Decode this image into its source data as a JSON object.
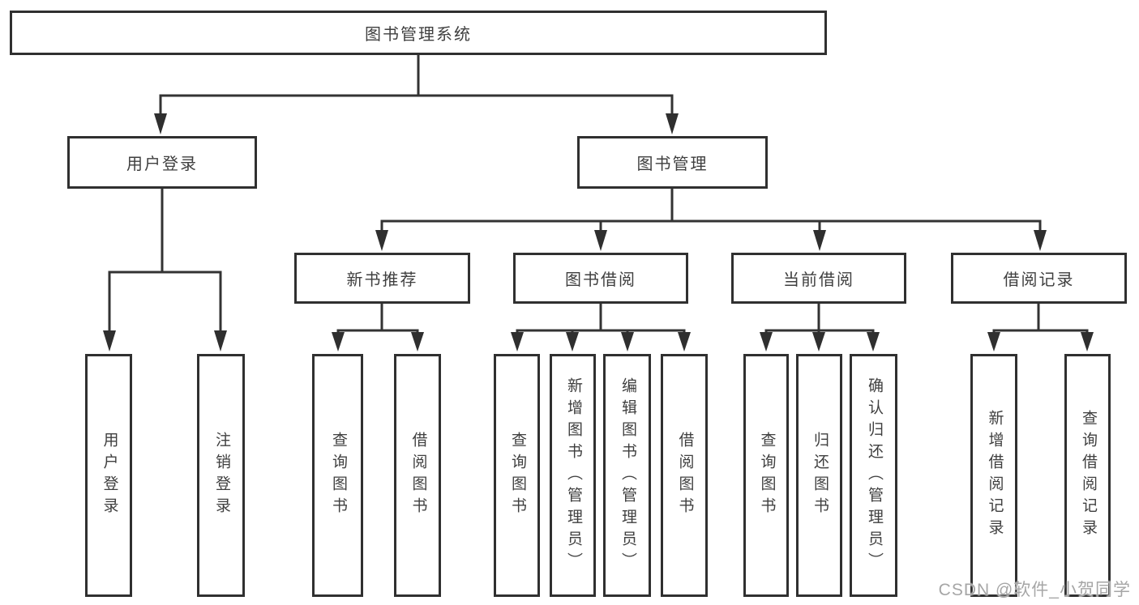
{
  "diagram": {
    "root": {
      "label": "图书管理系统"
    },
    "level2": [
      {
        "label": "用户登录"
      },
      {
        "label": "图书管理"
      }
    ],
    "level3": [
      {
        "label": "新书推荐"
      },
      {
        "label": "图书借阅"
      },
      {
        "label": "当前借阅"
      },
      {
        "label": "借阅记录"
      }
    ],
    "leaves": {
      "user_login": [
        "用户登录",
        "注销登录"
      ],
      "new_book_recommend": [
        "查询图书",
        "借阅图书"
      ],
      "book_borrow": [
        "查询图书",
        "新增图书（管理员）",
        "编辑图书（管理员）",
        "借阅图书"
      ],
      "current_borrow": [
        "查询图书",
        "归还图书",
        "确认归还（管理员）"
      ],
      "borrow_records": [
        "新增借阅记录",
        "查询借阅记录"
      ]
    }
  },
  "watermark": {
    "text": "CSDN @软件_小贺同学"
  },
  "colors": {
    "line": "#333333",
    "text": "#3f3f3f",
    "background": "#ffffff",
    "watermark": "#a6a6a6"
  }
}
